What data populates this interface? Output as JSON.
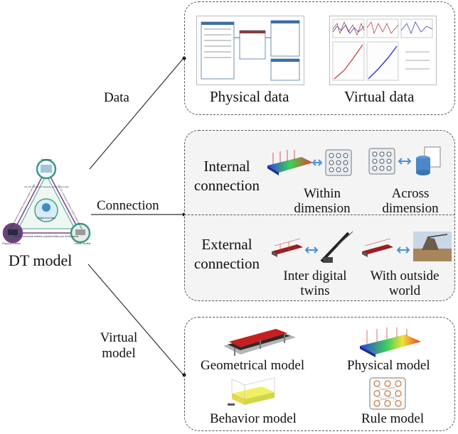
{
  "hub": {
    "title": "DT model"
  },
  "hub_diagram": {
    "center": "Digital twin data",
    "vertices": {
      "top": "Services",
      "left": "Physical entities",
      "right": "Virtual models"
    },
    "edges": {
      "left": "CN_PD: connection between physical entities and data",
      "right": "CN_VD: connection between virtual models and data",
      "bottom": "CN_PV: connection between physical entities and virtual models",
      "top": "CN_SD: connection between services and data"
    }
  },
  "branches": {
    "data": "Data",
    "connection": "Connection",
    "virtual_model": "Virtual model"
  },
  "data_panel": {
    "physical": "Physical data",
    "virtual": "Virtual data"
  },
  "internal": {
    "heading": "Internal connection",
    "within": "Within dimension",
    "across": "Across dimension"
  },
  "external": {
    "heading": "External connection",
    "inter": "Inter digital twins",
    "outside": "With outside world"
  },
  "models": {
    "geometrical": "Geometrical model",
    "physical": "Physical model",
    "behavior": "Behavior model",
    "rule": "Rule model"
  }
}
